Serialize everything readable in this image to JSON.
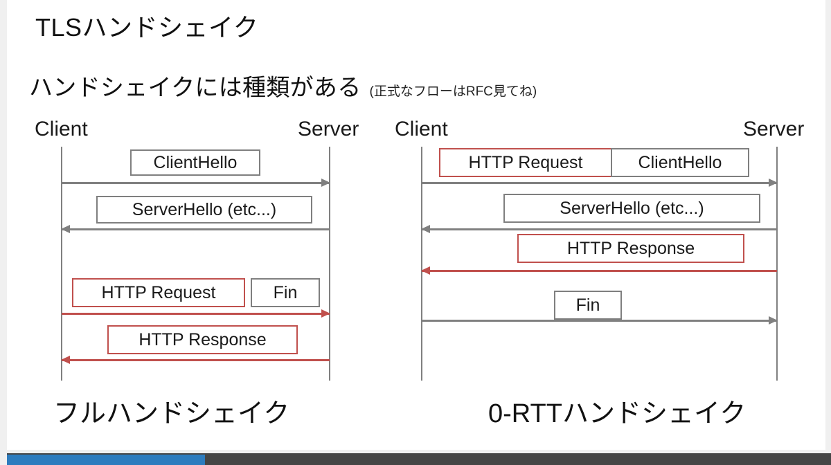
{
  "slide": {
    "title": "TLSハンドシェイク",
    "subtitle_main": "ハンドシェイクには種類がある",
    "subtitle_note": "(正式なフローはRFC見てね)"
  },
  "colors": {
    "accent_red": "#c0504d",
    "line_gray": "#808080",
    "progress_blue": "#2d7cbe",
    "bar_track": "#454545"
  },
  "diagrams": [
    {
      "id": "full-handshake",
      "caption": "フルハンドシェイク",
      "client_label": "Client",
      "server_label": "Server",
      "messages": [
        {
          "label": "ClientHello",
          "direction": "right",
          "color": "gray"
        },
        {
          "label": "ServerHello (etc...)",
          "direction": "left",
          "color": "gray"
        },
        {
          "label": "HTTP Request",
          "direction": "right",
          "color": "red"
        },
        {
          "label": "Fin",
          "direction": "right",
          "color": "gray"
        },
        {
          "label": "HTTP Response",
          "direction": "left",
          "color": "red"
        }
      ]
    },
    {
      "id": "zero-rtt-handshake",
      "caption": "0-RTTハンドシェイク",
      "client_label": "Client",
      "server_label": "Server",
      "messages": [
        {
          "label": "HTTP Request",
          "direction": "right",
          "color": "red"
        },
        {
          "label": "ClientHello",
          "direction": "right",
          "color": "gray"
        },
        {
          "label": "ServerHello (etc...)",
          "direction": "left",
          "color": "gray"
        },
        {
          "label": "HTTP Response",
          "direction": "left",
          "color": "red"
        },
        {
          "label": "Fin",
          "direction": "right",
          "color": "gray"
        }
      ]
    }
  ],
  "progress": {
    "percent": 24
  }
}
